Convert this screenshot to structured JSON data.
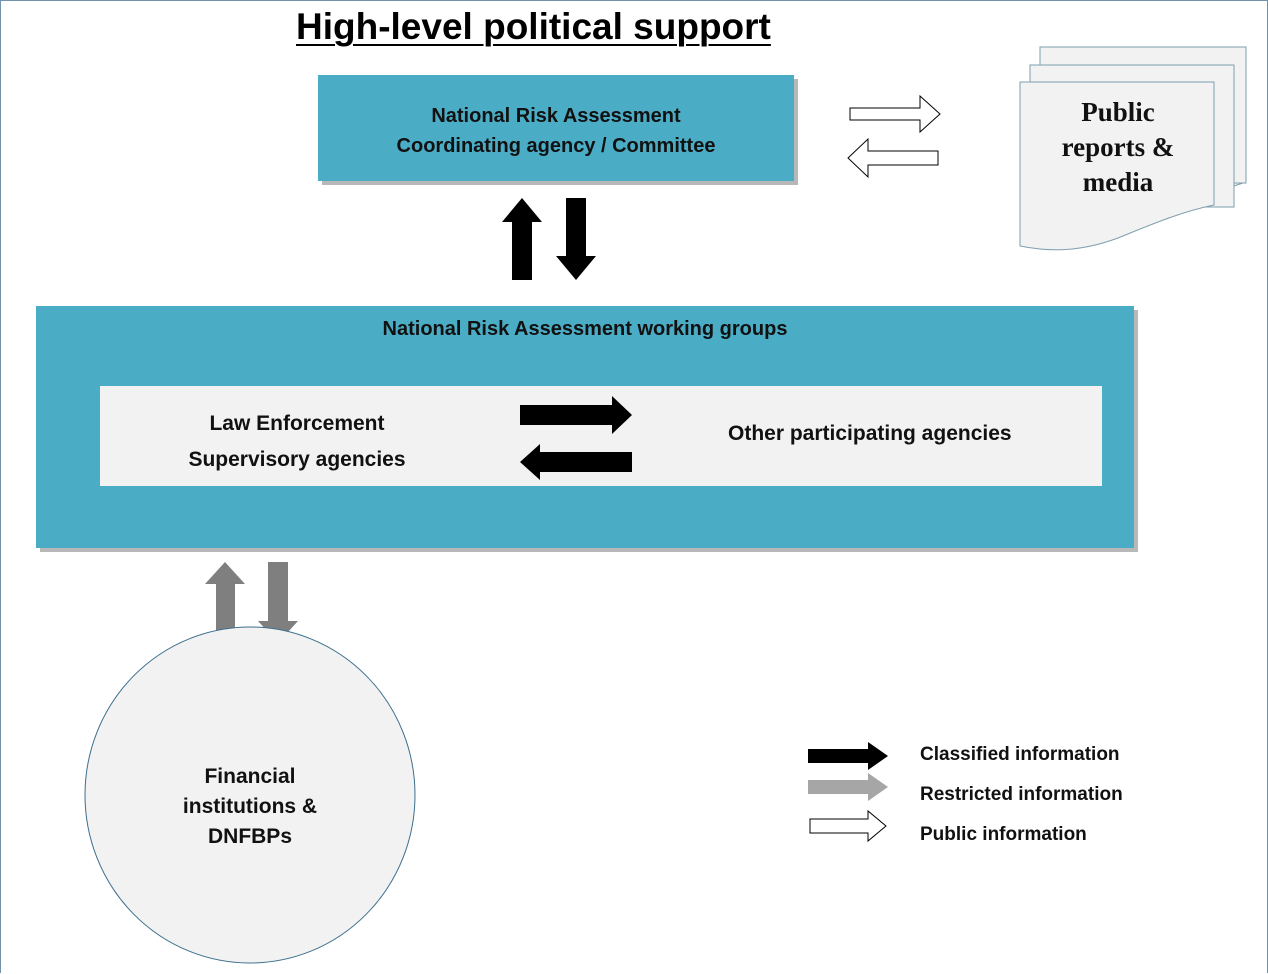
{
  "title": "High-level political support",
  "coordinating": {
    "line1": "National Risk Assessment",
    "line2": "Coordinating agency / Committee"
  },
  "public_doc": {
    "line1": "Public",
    "line2": "reports &",
    "line3": "media"
  },
  "working_groups": {
    "title": "National Risk Assessment working groups",
    "left_line1": "Law Enforcement",
    "left_line2": "Supervisory agencies",
    "right": "Other participating agencies"
  },
  "institutions": {
    "line1": "Financial",
    "line2": "institutions &",
    "line3": "DNFBPs"
  },
  "legend": [
    {
      "label": "Classified information",
      "color": "#000000"
    },
    {
      "label": "Restricted information",
      "color": "#a6a6a6"
    },
    {
      "label": "Public information",
      "color": "#ffffff"
    }
  ],
  "colors": {
    "box": "#4bacc6",
    "inner": "#f2f2f2",
    "restricted_arrow": "#7f7f7f"
  }
}
